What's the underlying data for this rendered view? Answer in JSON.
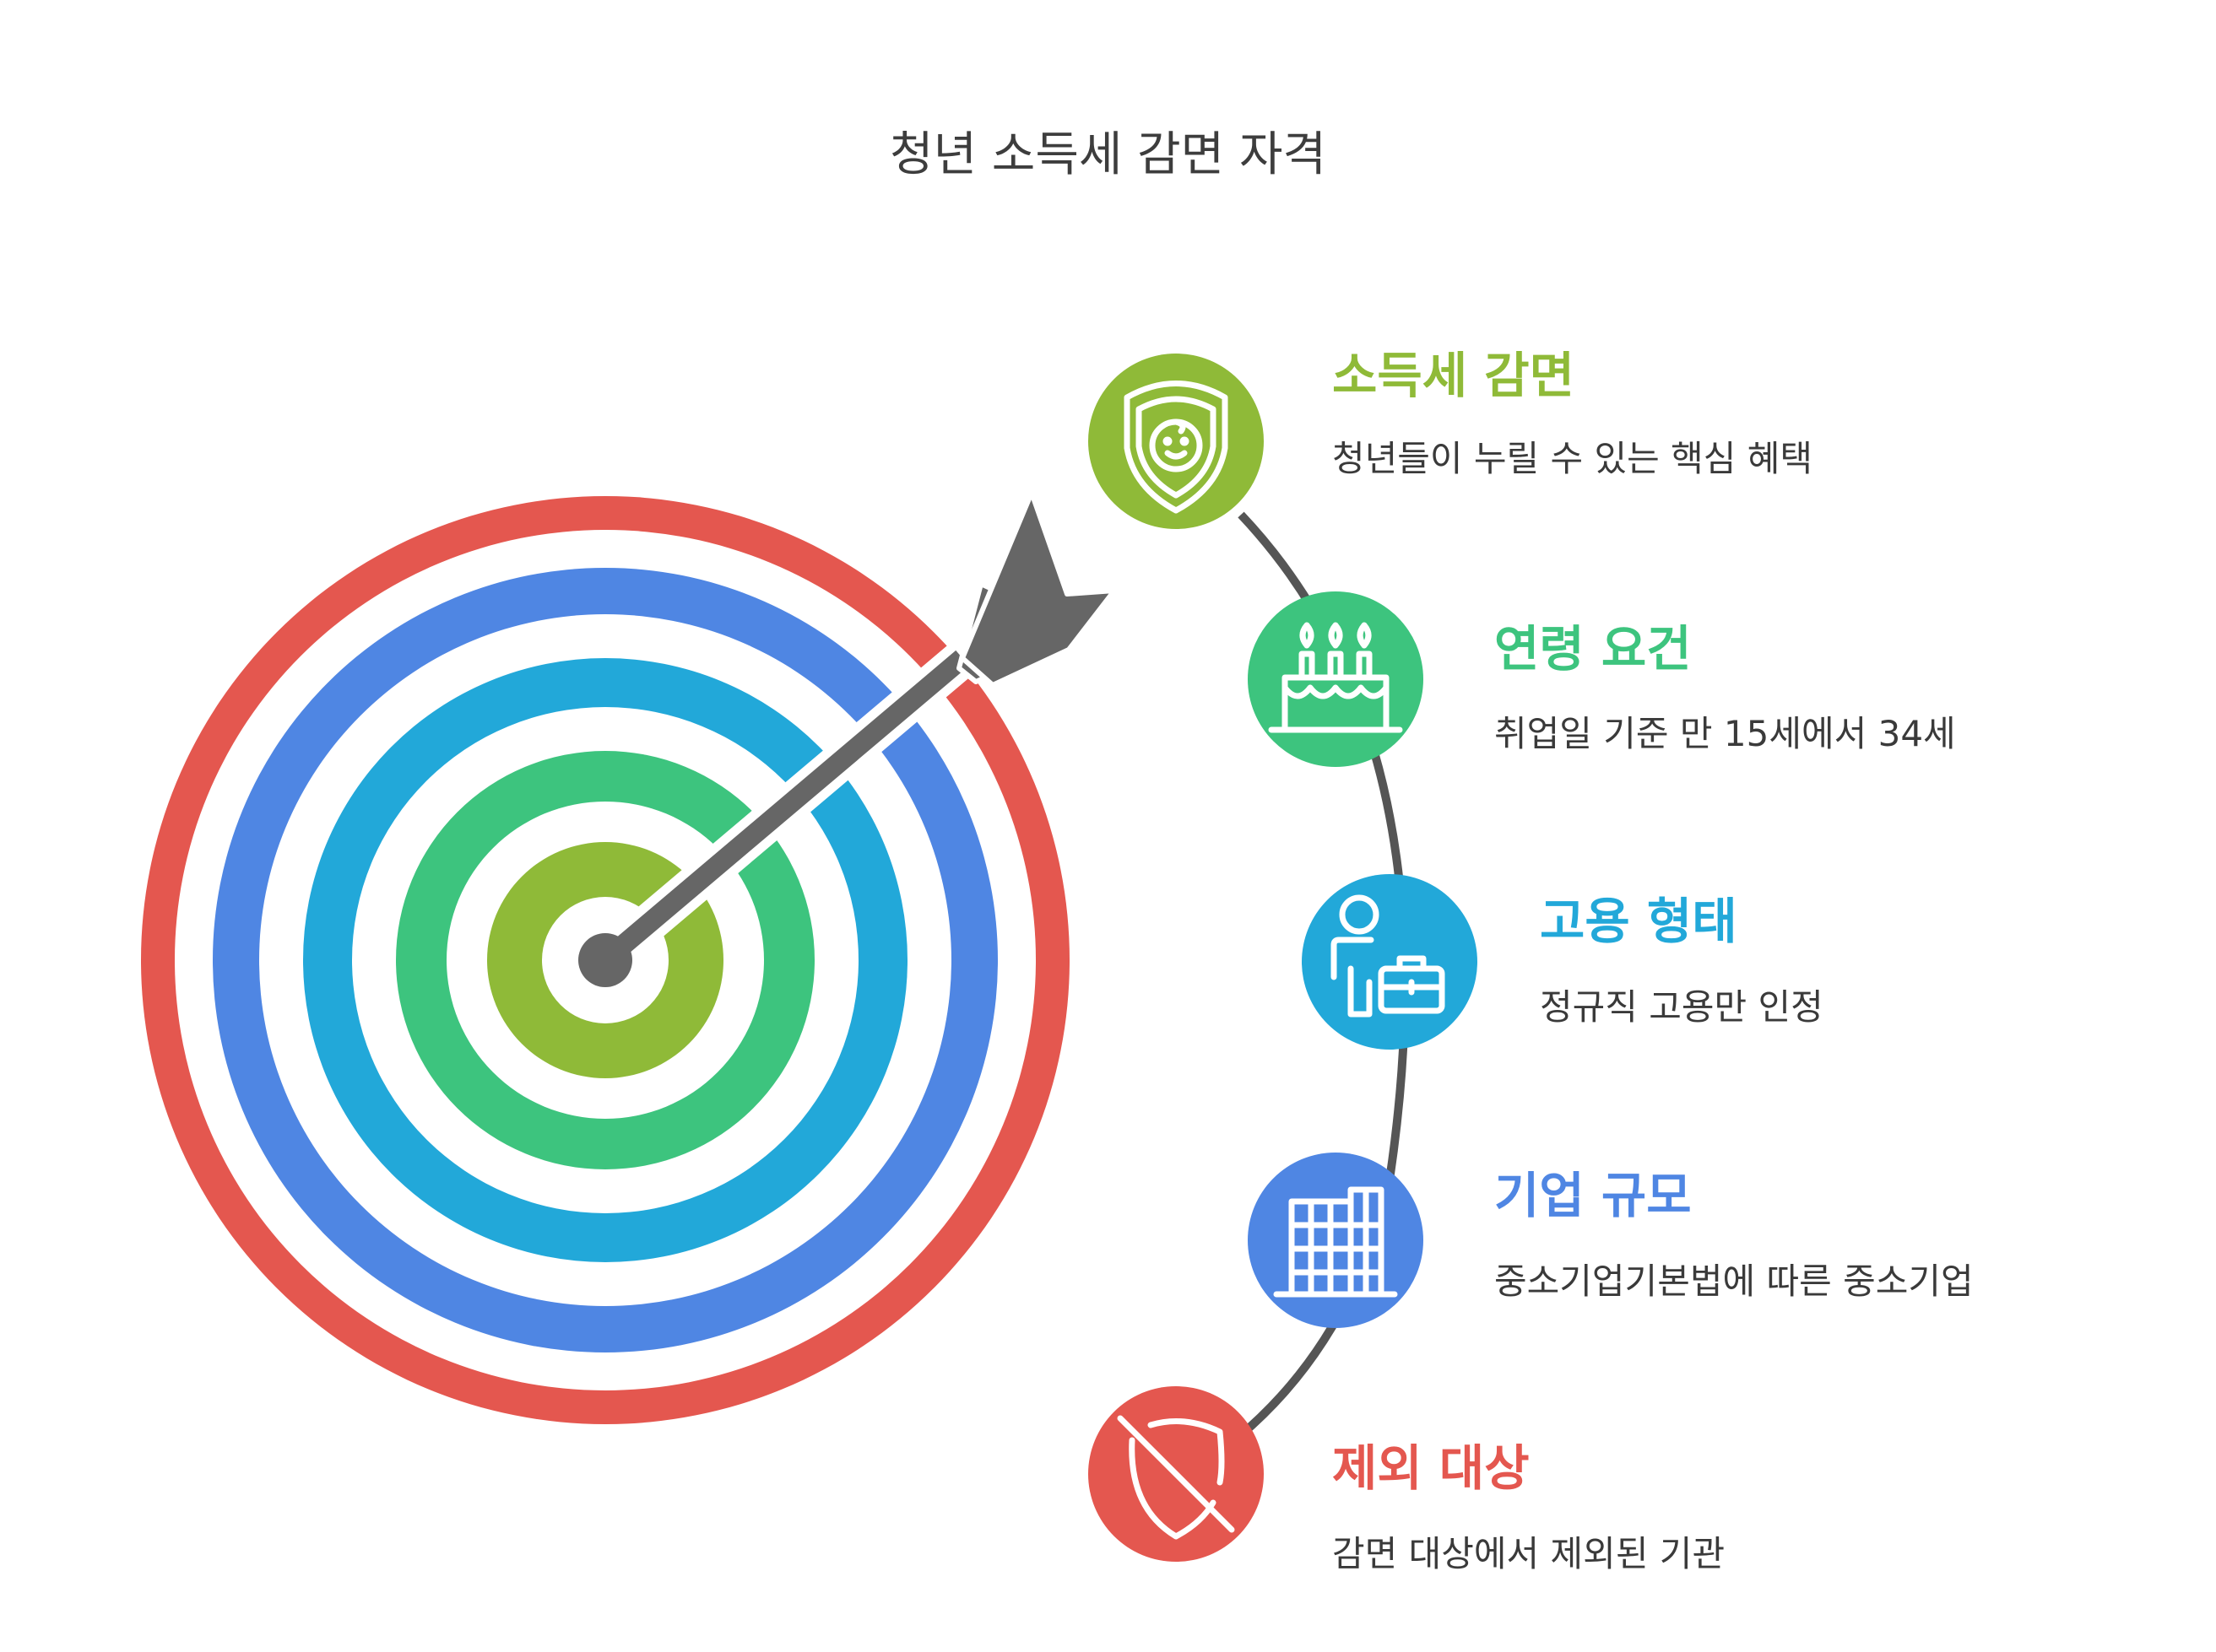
{
  "title": "청년 소득세 감면 자격",
  "colors": {
    "red": "#e4574f",
    "blue": "#4f86e3",
    "cyan": "#22a8d9",
    "green": "#3dc47e",
    "lime": "#8fba38",
    "arrow": "#666666",
    "arc": "#555555"
  },
  "items": [
    {
      "title": "소득세 감면",
      "desc": "청년들이 누릴 수 있는 핵심 혜택",
      "icon": "shield-face-icon",
      "color": "#8fba38"
    },
    {
      "title": "연령 요건",
      "desc": "취업일 기준 만 15세에서 34세",
      "icon": "birthday-cake-icon",
      "color": "#3dc47e"
    },
    {
      "title": "고용 형태",
      "desc": "정규직 고용만 인정",
      "icon": "person-briefcase-icon",
      "color": "#22a8d9"
    },
    {
      "title": "기업 규모",
      "desc": "중소기업기본법에 따른 중소기업",
      "icon": "office-building-icon",
      "color": "#4f86e3"
    },
    {
      "title": "제외 대상",
      "desc": "감면 대상에서 제외된 기관",
      "icon": "shield-off-icon",
      "color": "#e4574f"
    }
  ]
}
